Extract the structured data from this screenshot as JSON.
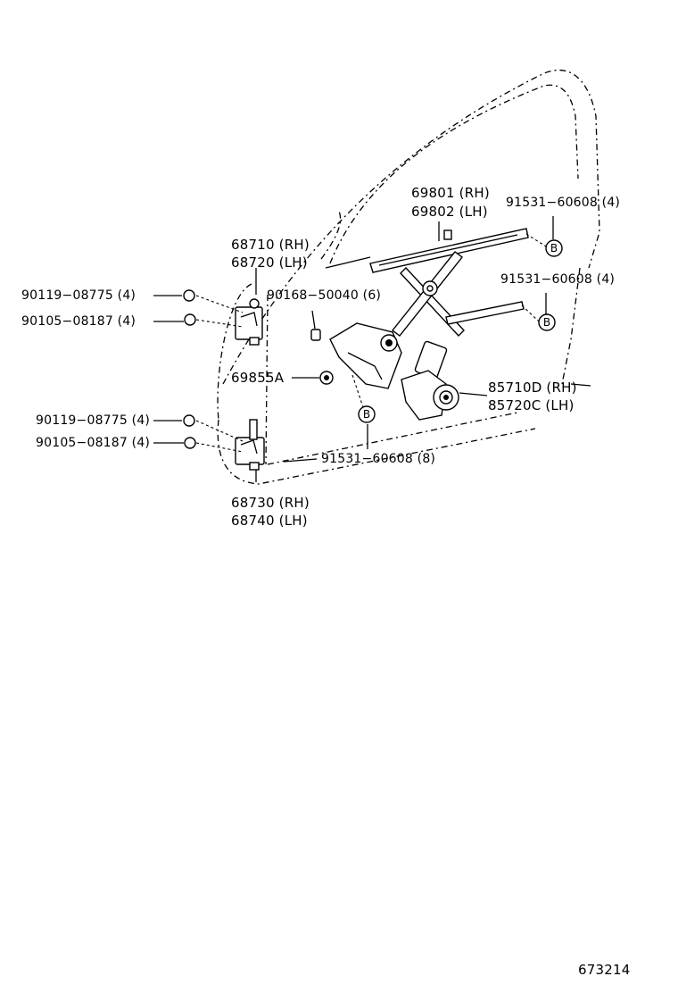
{
  "parts": {
    "regulator": {
      "rh": "69801 (RH)",
      "lh": "69802 (LH)"
    },
    "bolt_top_right": "91531−60608 (4)",
    "bolt_mid_right": "91531−60608 (4)",
    "upper_hinge": {
      "rh": "68710 (RH)",
      "lh": "68720 (LH)"
    },
    "upper_bolt_a": "90119−08775 (4)",
    "upper_bolt_b": "90105−08187 (4)",
    "regulator_bolt": "90168−50040 (6)",
    "grommet": "69855A",
    "motor": {
      "rh": "85710D (RH)",
      "lh": "85720C (LH)"
    },
    "lower_bolt_a": "90119−08775 (4)",
    "lower_bolt_b": "90105−08187 (4)",
    "bolt_bottom": "91531−60608 (8)",
    "lower_hinge": {
      "rh": "68730 (RH)",
      "lh": "68740 (LH)"
    }
  },
  "callouts": {
    "b": "B"
  },
  "figure_number": "673214"
}
